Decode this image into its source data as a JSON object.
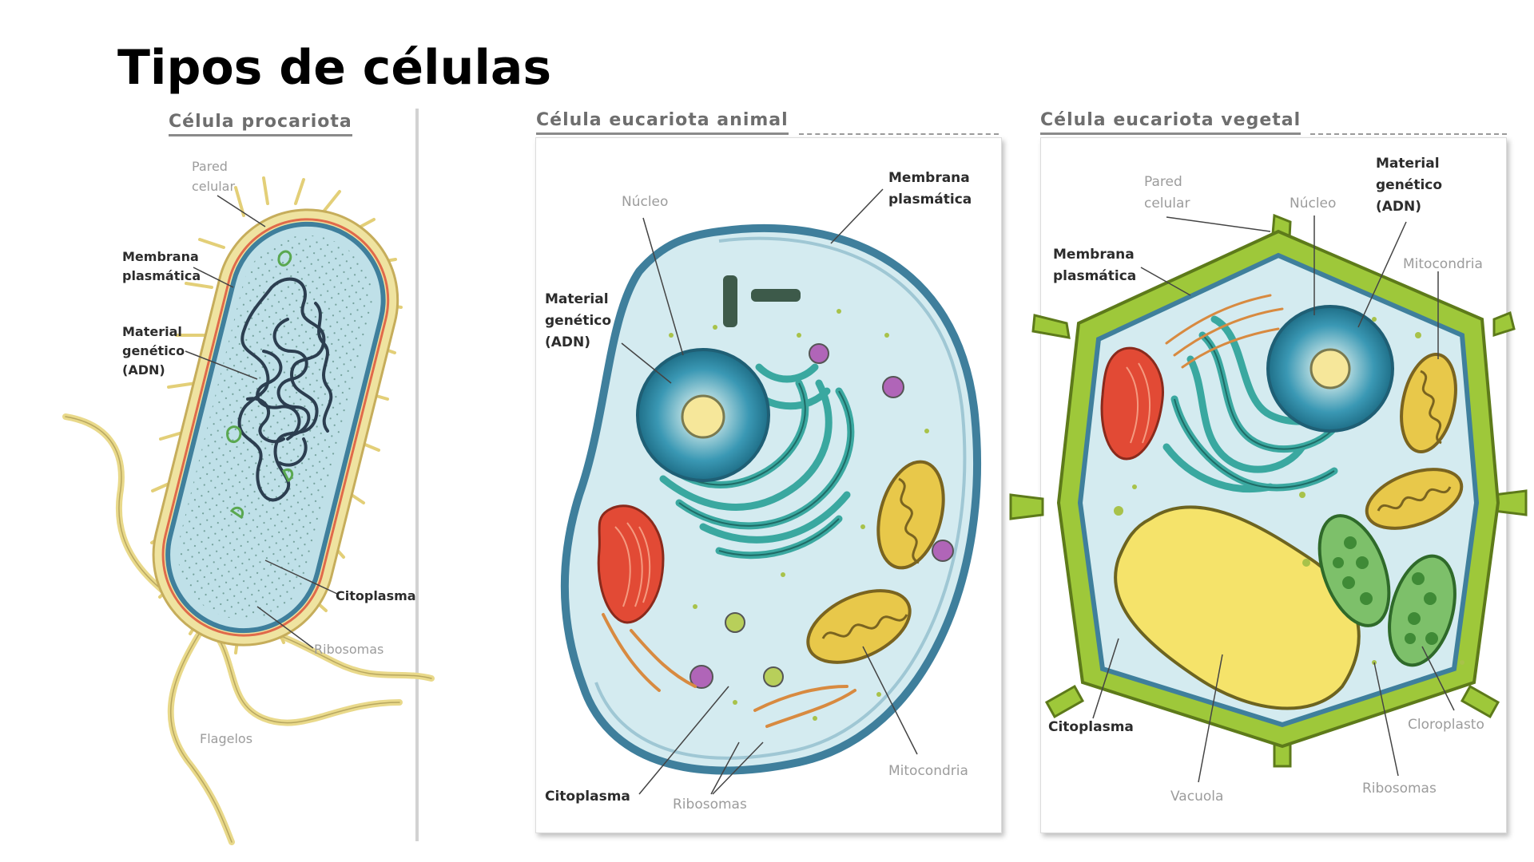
{
  "title": "Tipos de células",
  "panels": {
    "prokaryote": {
      "heading": "Célula procariota",
      "labels": {
        "pared": "Pared\ncelular",
        "membrana": "Membrana\nplasmática",
        "material": "Material\ngenético\n(ADN)",
        "citoplasma": "Citoplasma",
        "ribosomas": "Ribosomas",
        "flagelos": "Flagelos"
      }
    },
    "animal": {
      "heading": "Célula eucariota animal",
      "labels": {
        "nucleo": "Núcleo",
        "membrana": "Membrana\nplasmática",
        "material": "Material\ngenético\n(ADN)",
        "citoplasma": "Citoplasma",
        "ribosomas": "Ribosomas",
        "mitocondria": "Mitocondria"
      }
    },
    "plant": {
      "heading": "Célula eucariota vegetal",
      "labels": {
        "pared": "Pared\ncelular",
        "nucleo": "Núcleo",
        "material": "Material\ngenético\n(ADN)",
        "membrana": "Membrana\nplasmática",
        "mitocondria": "Mitocondria",
        "citoplasma": "Citoplasma",
        "cloroplasto": "Cloroplasto",
        "vacuola": "Vacuola",
        "ribosomas": "Ribosomas"
      }
    }
  },
  "colors": {
    "cytoplasm": "#d4ebf0",
    "membrane": "#3f7f9c",
    "cell_wall_prok": "#e9d98a",
    "nucleus": "#2e8ea8",
    "nucleolus": "#f6e79a",
    "golgi_er": "#3aa8a0",
    "mitochondria": "#e8c84a",
    "red_organelle": "#e24a35",
    "vacuole": "#f5e36a",
    "chloroplast": "#5aa850",
    "plant_wall": "#9ec83a",
    "vesicle_purple": "#b065b8",
    "dna": "#2c3e50"
  }
}
